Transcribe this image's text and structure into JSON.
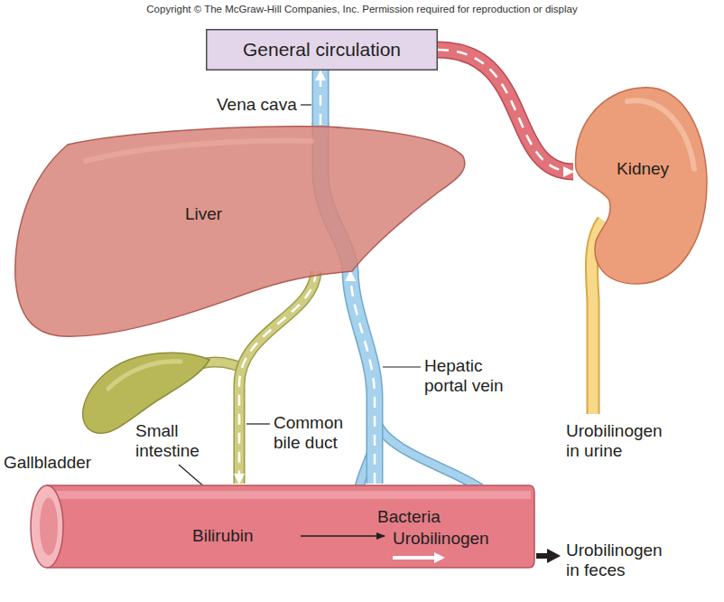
{
  "diagram": {
    "nodes": [
      {
        "text": [
          "General circulation"
        ]
      },
      {
        "text": [
          "Liver"
        ]
      },
      {
        "text": [
          "Kidney"
        ]
      },
      {
        "text": [
          "Bilirubin",
          "Bacteria",
          "Urobilinogen"
        ]
      }
    ],
    "edges": [
      {
        "from": 3,
        "to": 1,
        "arrow": "to"
      },
      {
        "from": 1,
        "to": 0,
        "arrow": "to"
      },
      {
        "from": 0,
        "to": 2,
        "arrow": "to"
      },
      {
        "from": 1,
        "to": 3,
        "arrow": "to"
      }
    ],
    "labels": [
      "Copyright © The McGraw-Hill Companies, Inc. Permission required for reproduction or display",
      "Vena cava",
      "Hepatic portal vein",
      "Gallbladder",
      "Small intestine",
      "Common bile duct",
      "Urobilinogen in urine",
      "Urobilinogen in feces"
    ]
  }
}
